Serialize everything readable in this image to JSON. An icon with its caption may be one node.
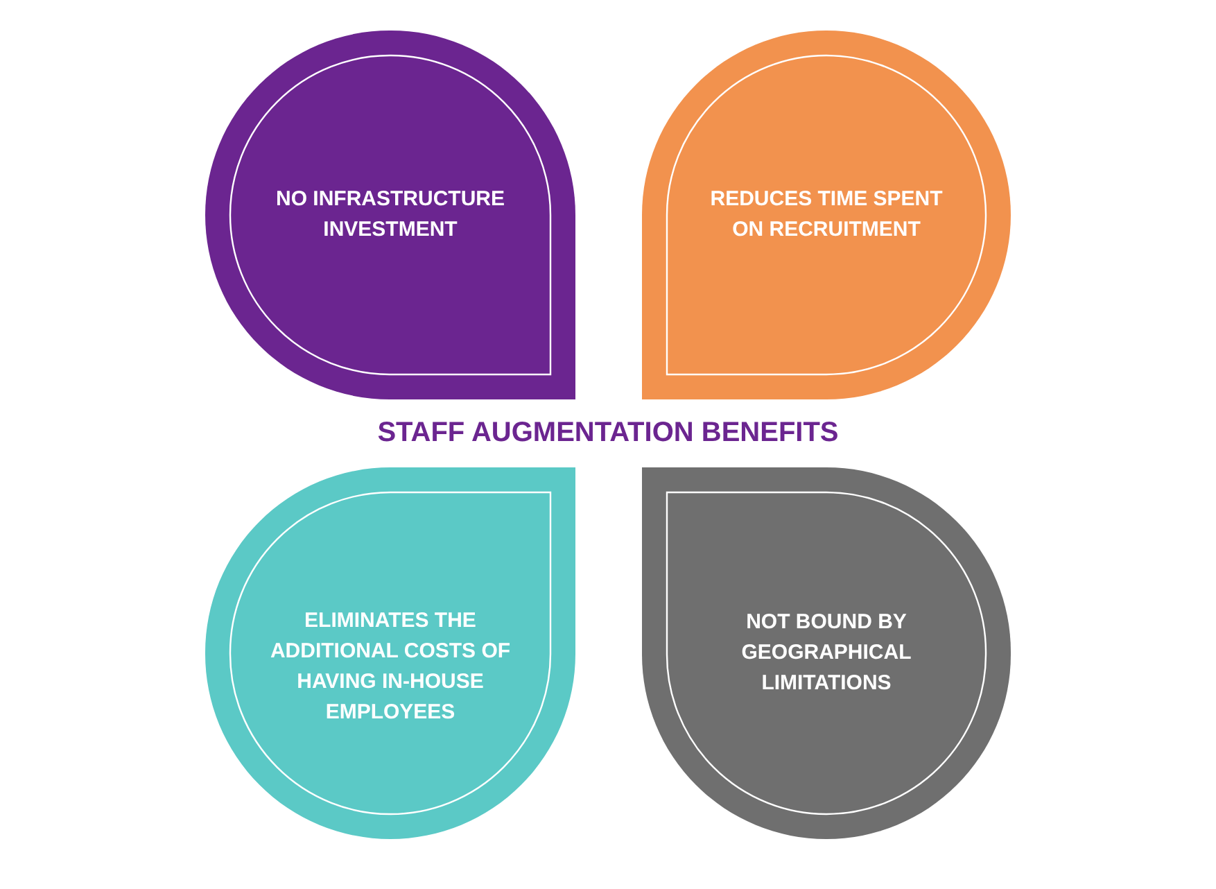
{
  "diagram": {
    "title": "STAFF AUGMENTATION BENEFITS",
    "nodes": [
      {
        "text": [
          "NO INFRASTRUCTURE INVESTMENT"
        ]
      },
      {
        "text": [
          "REDUCES TIME SPENT ON RECRUITMENT"
        ]
      },
      {
        "text": [
          "ELIMINATES THE ADDITIONAL COSTS OF HAVING IN-HOUSE EMPLOYEES"
        ]
      },
      {
        "text": [
          "NOT BOUND BY GEOGRAPHICAL LIMITATIONS"
        ]
      }
    ]
  }
}
